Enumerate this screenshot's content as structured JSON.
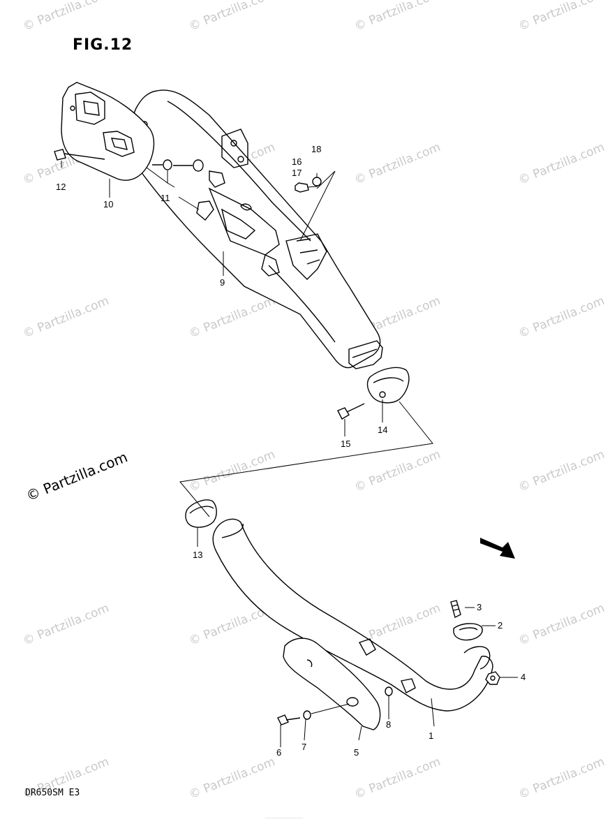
{
  "figure_title": "FIG.12",
  "model_code": "DR650SM  E3",
  "watermark_text": "© Partzilla.com",
  "prominent_watermark": "© Partzilla.com",
  "fine_print": "..................................",
  "parts": [
    {
      "ref": "1"
    },
    {
      "ref": "2"
    },
    {
      "ref": "3"
    },
    {
      "ref": "4"
    },
    {
      "ref": "5"
    },
    {
      "ref": "6"
    },
    {
      "ref": "7"
    },
    {
      "ref": "8"
    },
    {
      "ref": "9"
    },
    {
      "ref": "10"
    },
    {
      "ref": "11"
    },
    {
      "ref": "12"
    },
    {
      "ref": "13"
    },
    {
      "ref": "14"
    },
    {
      "ref": "15"
    },
    {
      "ref": "16"
    },
    {
      "ref": "17"
    },
    {
      "ref": "18"
    }
  ],
  "icons": {
    "front_arrow": "fwd-arrow-icon"
  },
  "colors": {
    "ink": "#000000",
    "watermark": "#c9c9c9",
    "background": "#ffffff"
  }
}
